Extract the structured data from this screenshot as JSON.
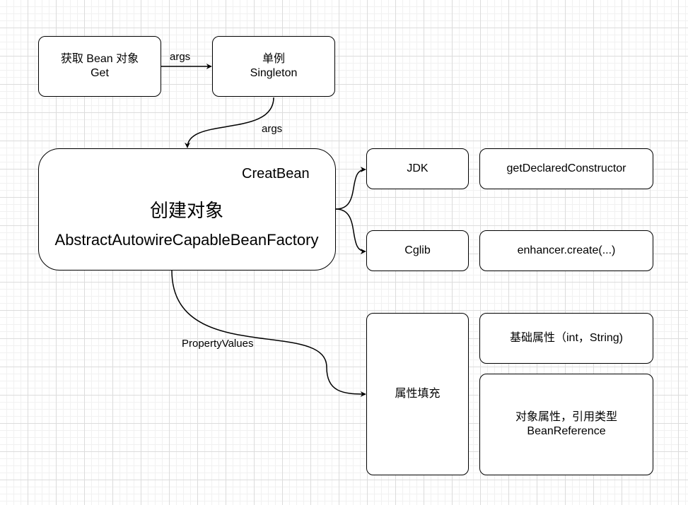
{
  "nodes": {
    "get_bean": {
      "line1": "获取 Bean 对象",
      "line2": "Get"
    },
    "singleton": {
      "line1": "单例",
      "line2": "Singleton"
    },
    "creat_bean": {
      "title": "CreatBean",
      "main": "创建对象",
      "sub": "AbstractAutowireCapableBeanFactory"
    },
    "jdk": {
      "label": "JDK"
    },
    "get_declared_constructor": {
      "label": "getDeclaredConstructor"
    },
    "cglib": {
      "label": "Cglib"
    },
    "enhancer_create": {
      "label": "enhancer.create(...)"
    },
    "property_fill": {
      "label": "属性填充"
    },
    "basic_property": {
      "label": "基础属性（int，String)"
    },
    "object_property": {
      "line1": "对象属性，引用类型",
      "line2": "BeanReference"
    }
  },
  "edges": {
    "get_to_singleton": {
      "label": "args"
    },
    "singleton_to_creat": {
      "label": "args"
    },
    "creat_to_property": {
      "label": "PropertyValues"
    }
  }
}
